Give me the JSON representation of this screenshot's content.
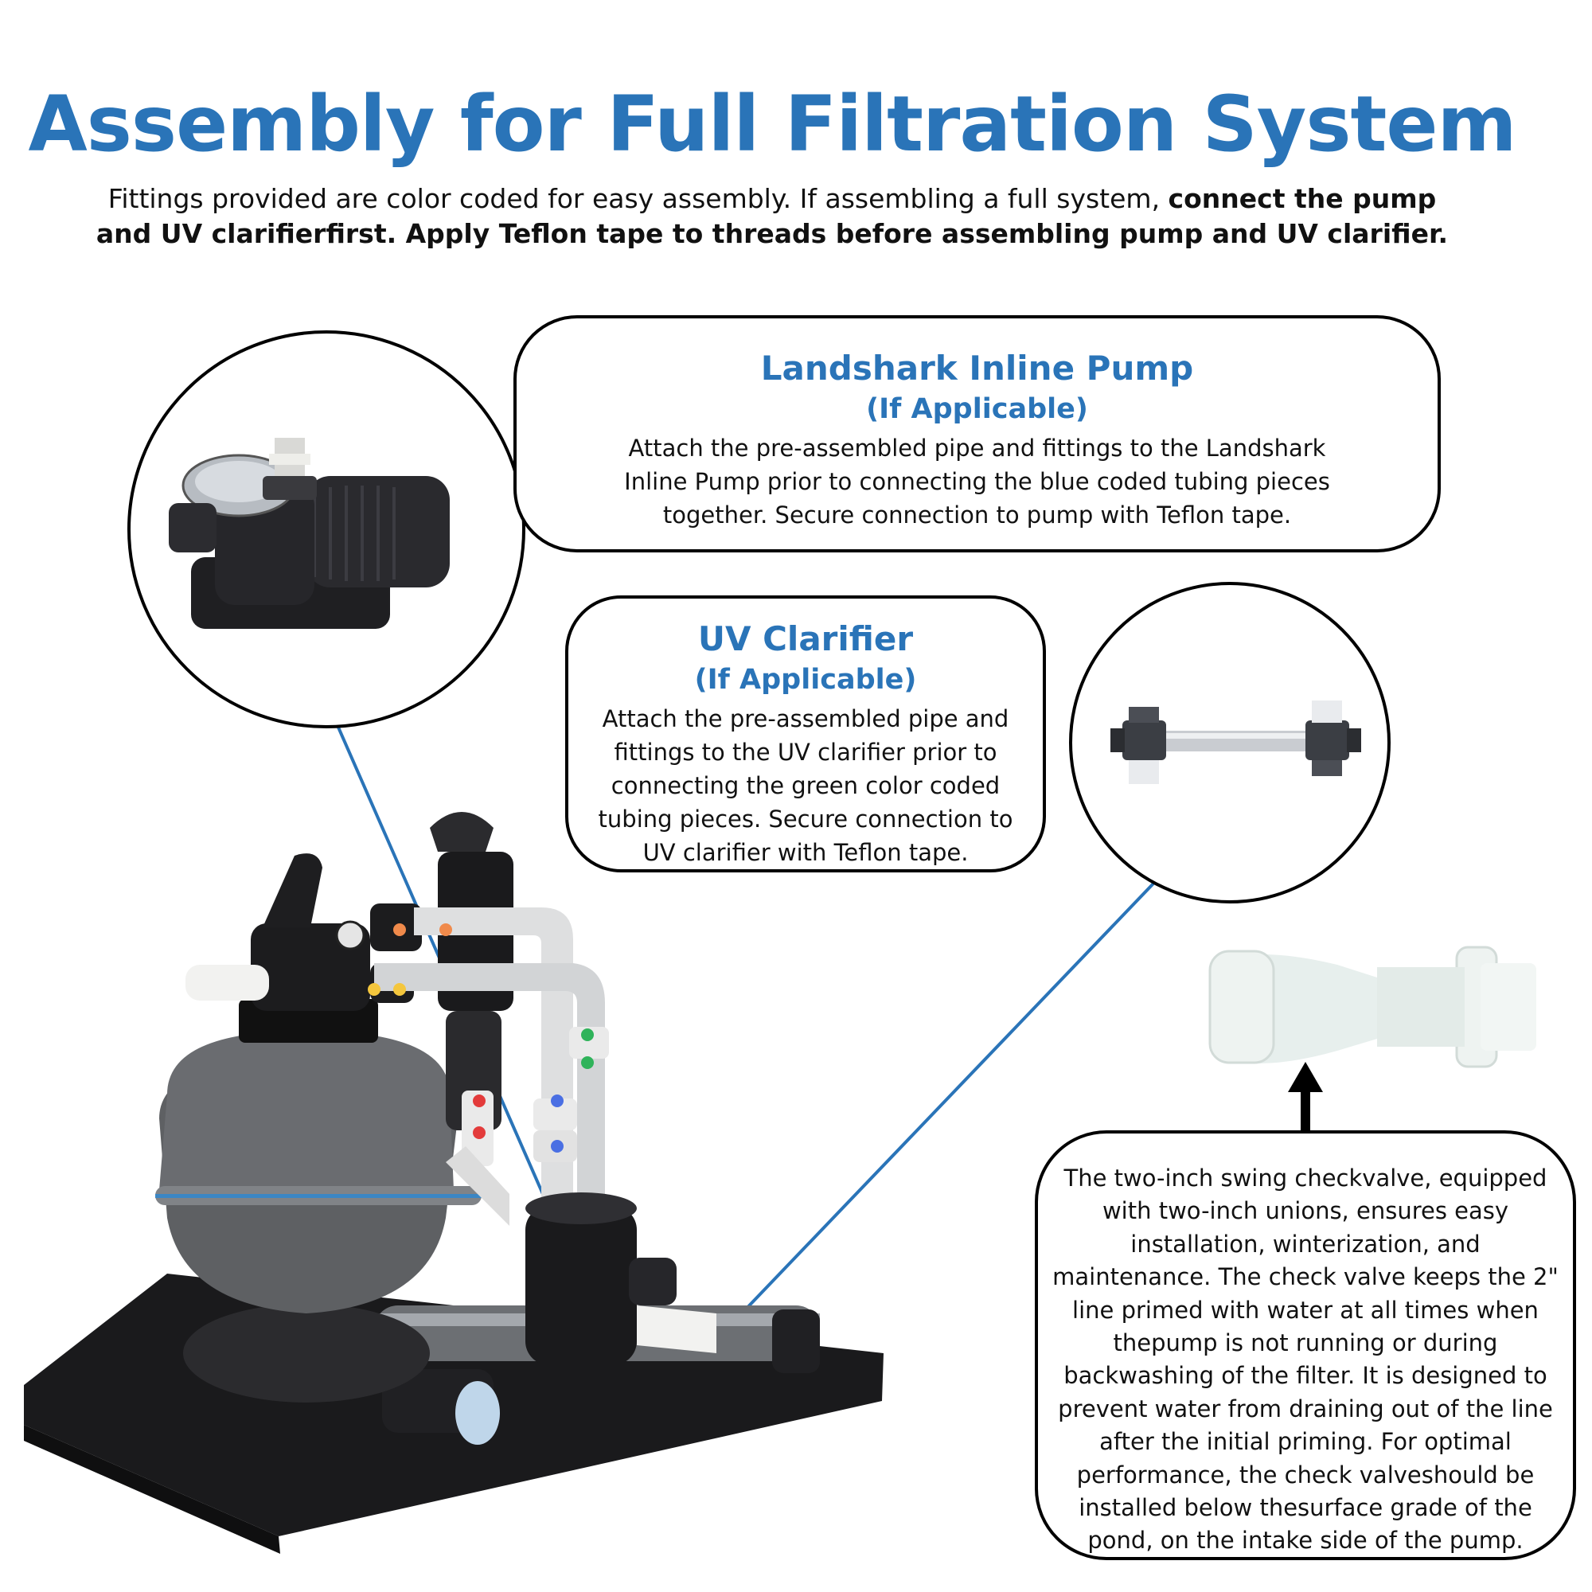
{
  "colors": {
    "heading_blue": "#2a74b8",
    "leader_line": "#2a74b8",
    "text": "#111111"
  },
  "page": {
    "title": "Assembly for Full Filtration System",
    "intro_regular": "Fittings provided are color coded for easy assembly. If assembling a full system, ",
    "intro_bold": "connect the pump and UV clarifierfirst. Apply Teflon tape to threads before assembling pump and UV clarifier."
  },
  "callouts": {
    "pump": {
      "title": "Landshark Inline Pump",
      "subtitle": "(If Applicable)",
      "body": "Attach the pre-assembled pipe and fittings to the Landshark Inline Pump prior to connecting the blue coded tubing pieces together. Secure connection to pump with Teflon tape."
    },
    "uv": {
      "title": "UV Clarifier",
      "subtitle": "(If Applicable)",
      "body": "Attach the pre-assembled pipe and fittings to the UV clarifier prior to connecting the green color coded tubing pieces. Secure connection to UV clarifier with Teflon tape."
    },
    "check_valve": {
      "body": "The two-inch swing checkvalve, equipped with two-inch unions, ensures easy installation, winterization, and maintenance. The check valve keeps the 2\" line primed with water at all times when thepump is not running or during backwashing of the filter. It is designed to prevent water from draining out of the line after the initial priming. For optimal performance, the check valveshould be installed below thesurface grade of the pond, on the intake side of the pump."
    }
  },
  "icons": {
    "pump_photo": "inline-pump-icon",
    "uv_photo": "uv-clarifier-icon",
    "valve_photo": "check-valve-icon",
    "system_photo": "filtration-system-icon",
    "arrow": "arrow-up-icon"
  }
}
